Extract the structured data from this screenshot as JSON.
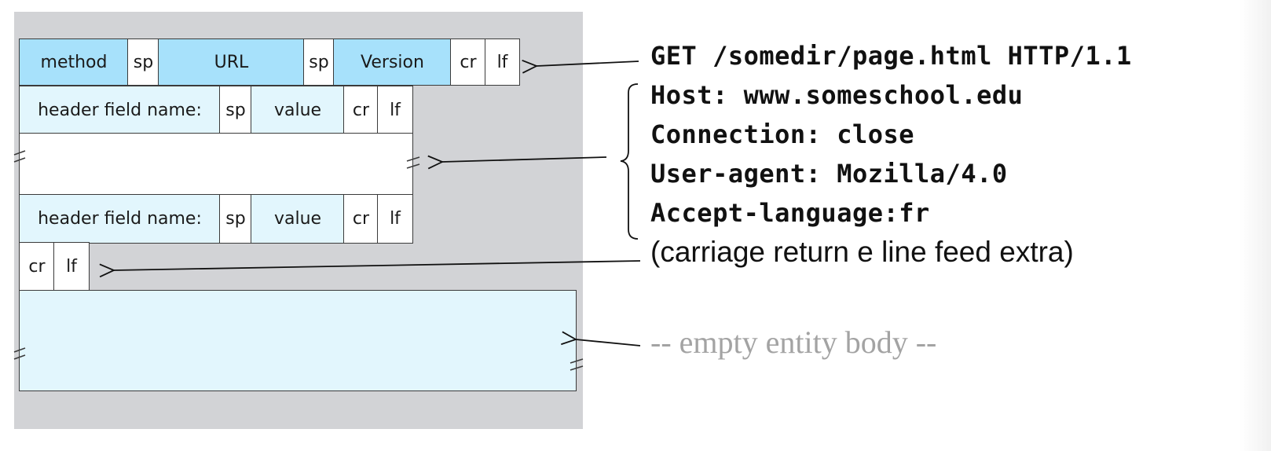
{
  "diagram": {
    "request_line": {
      "fields": [
        "method",
        "sp",
        "URL",
        "sp",
        "Version",
        "cr",
        "lf"
      ]
    },
    "header_line_1": {
      "fields": [
        "header field name:",
        "sp",
        "value",
        "cr",
        "lf"
      ]
    },
    "header_line_2": {
      "fields": [
        "header field name:",
        "sp",
        "value",
        "cr",
        "lf"
      ]
    },
    "blank_line": {
      "fields": [
        "cr",
        "lf"
      ]
    }
  },
  "request_example": {
    "request_line": "GET /somedir/page.html HTTP/1.1",
    "headers": [
      "Host: www.someschool.edu",
      "Connection: close",
      "User-agent: Mozilla/4.0",
      "Accept-language:fr"
    ],
    "crlf_note": "(carriage return e line feed extra)",
    "body_note": "-- empty entity body --"
  },
  "colors": {
    "panel": "#d2d3d6",
    "field_blue": "#a7e1fb",
    "field_light_blue": "#e2f6fd",
    "border": "#3b3b3b",
    "muted_text": "#a3a3a3"
  }
}
